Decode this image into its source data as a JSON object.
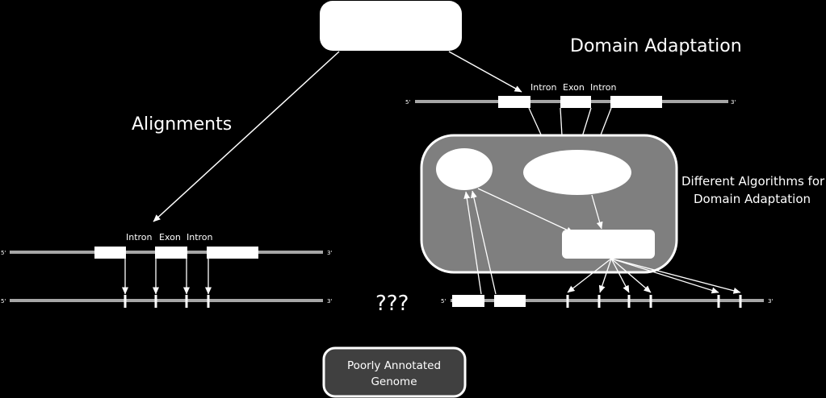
{
  "labels": {
    "domain_adaptation": "Domain Adaptation",
    "alignments": "Alignments",
    "unknown": "???",
    "algorithms_line1": "Different Algorithms for",
    "algorithms_line2": "Domain Adaptation",
    "genome_line1": "Poorly Annotated",
    "genome_line2": "Genome"
  },
  "gene_right": {
    "five_prime": "5'",
    "three_prime": "3'",
    "intron1": "Intron",
    "exon": "Exon",
    "intron2": "Intron"
  },
  "gene_left": {
    "five_prime": "5'",
    "three_prime": "3'",
    "intron1": "Intron",
    "exon": "Exon",
    "intron2": "Intron"
  },
  "target_left": {
    "five_prime": "5'",
    "three_prime": "3'"
  },
  "target_right": {
    "five_prime": "5'",
    "three_prime": "3'"
  },
  "colors": {
    "background": "#000000",
    "strand": "#a6a6a6",
    "panel": "#7f7f7f",
    "genome_box": "#404040",
    "white": "#ffffff"
  }
}
